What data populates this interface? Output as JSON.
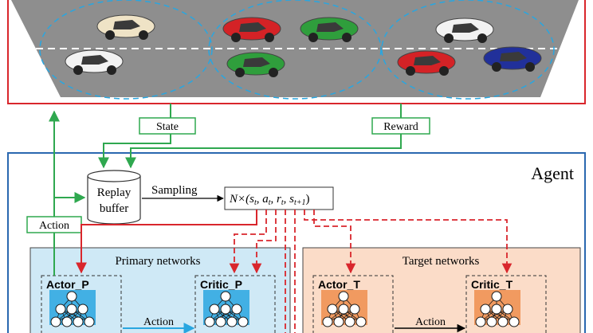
{
  "environment": {
    "state_label": "State",
    "reward_label": "Reward"
  },
  "agent": {
    "title": "Agent",
    "replay_buffer_line1": "Replay",
    "replay_buffer_line2": "buffer",
    "sampling_label": "Sampling",
    "sample_formula": {
      "prefix": "N×(",
      "s": "s",
      "t": "t",
      "a": "a",
      "r": "r",
      "t1": "t+1",
      "sep": ", ",
      "close": ")"
    },
    "action_out_label": "Action",
    "primary": {
      "title": "Primary networks",
      "actor": "Actor_P",
      "critic": "Critic_P",
      "action_label": "Action"
    },
    "target": {
      "title": "Target networks",
      "actor": "Actor_T",
      "critic": "Critic_T",
      "action_label": "Action"
    }
  },
  "colors": {
    "env_border": "#d9262c",
    "agent_border": "#2a68b0",
    "green": "#2fa84f",
    "red": "#d9262c",
    "road": "#8e8e8e",
    "primary_bg": "#cfe9f6",
    "target_bg": "#fbdcc8",
    "neuron_blue": "#29a6e0",
    "neuron_orange": "#ee8e4e",
    "car_beige": "#efe3c6",
    "car_white": "#f2f2f2",
    "car_red": "#d42226",
    "car_green": "#2f9e3c",
    "car_blue": "#21309a"
  }
}
